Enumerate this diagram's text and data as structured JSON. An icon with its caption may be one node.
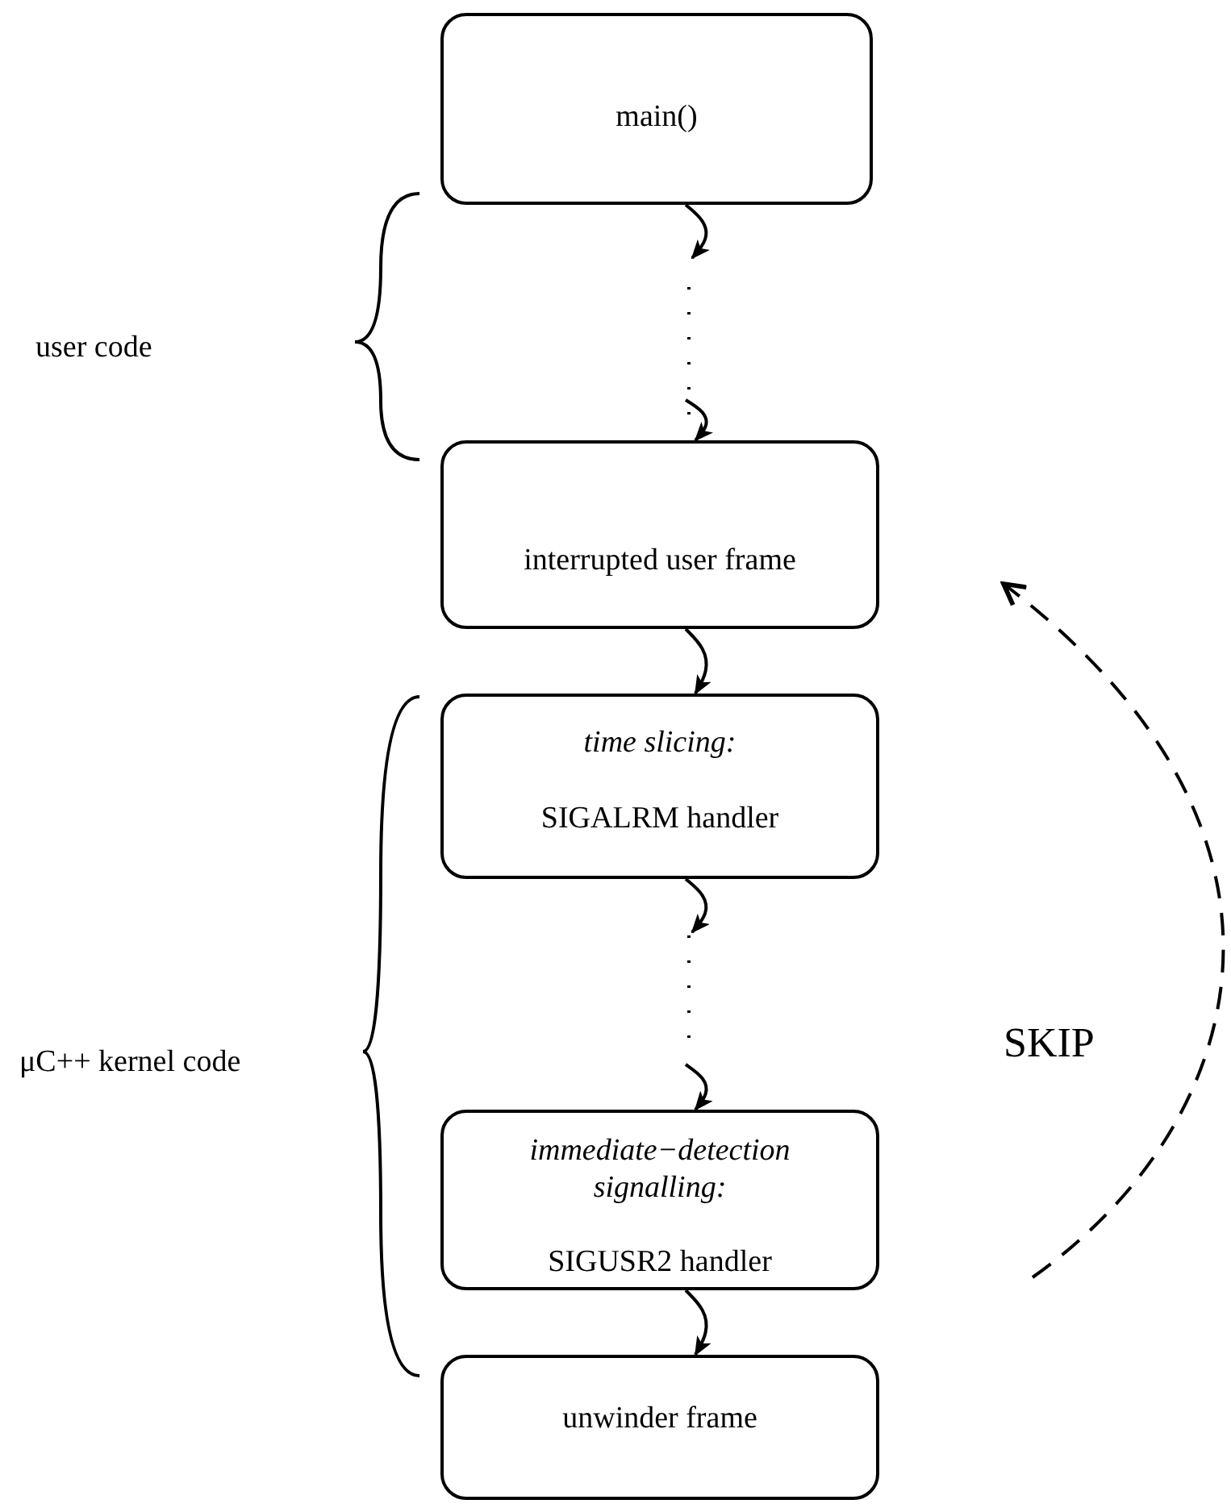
{
  "diagram": {
    "nodes": [
      {
        "text": [
          "main()"
        ]
      },
      {
        "text": [
          "interrupted user frame"
        ]
      },
      {
        "text": [
          "time slicing:",
          "SIGALRM handler"
        ]
      },
      {
        "text": [
          "immediate−detection signalling:",
          "SIGUSR2 handler"
        ]
      },
      {
        "text": [
          "unwinder frame"
        ]
      }
    ],
    "edges": [
      {
        "from": 0,
        "to": null,
        "arrow": "to"
      },
      {
        "from": null,
        "to": 1,
        "arrow": "to"
      },
      {
        "from": 1,
        "to": 2,
        "arrow": "to"
      },
      {
        "from": 2,
        "to": null,
        "arrow": "to"
      },
      {
        "from": null,
        "to": 3,
        "arrow": "to"
      },
      {
        "from": 3,
        "to": 4,
        "arrow": "to"
      }
    ],
    "labels": [
      "user code",
      "μC++ kernel code",
      "SKIP"
    ]
  }
}
